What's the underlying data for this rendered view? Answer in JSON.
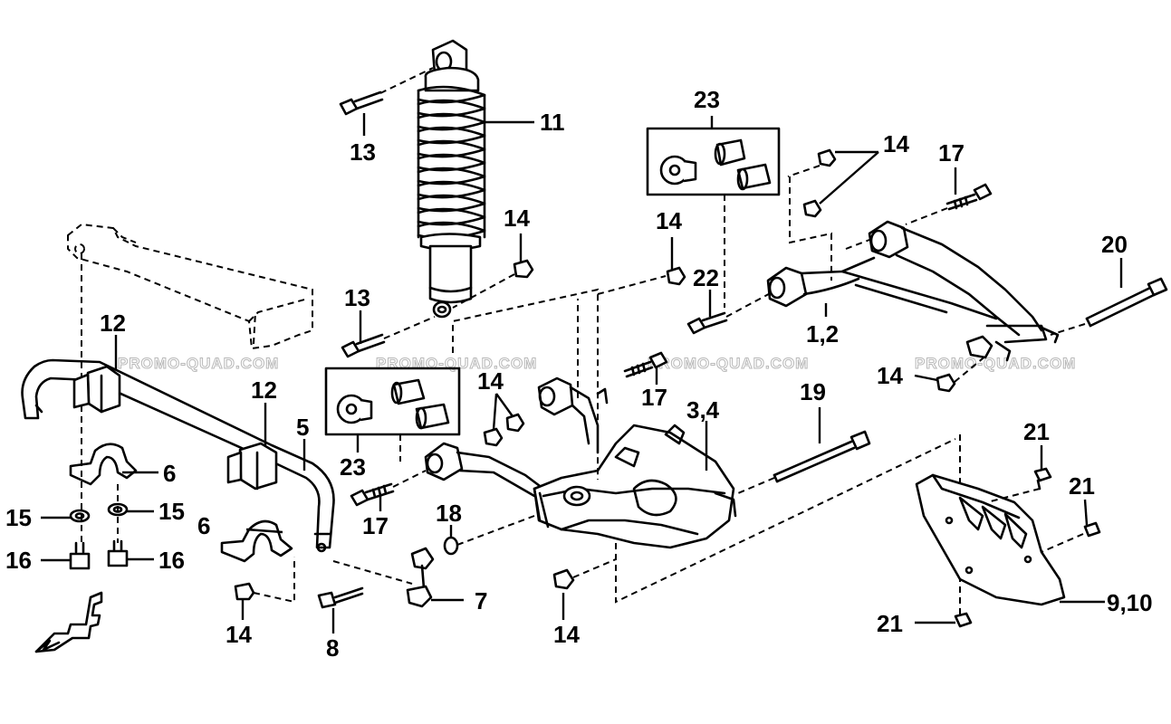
{
  "watermark": "PROMO-QUAD.COM",
  "callouts": {
    "c_1_2": "1,2",
    "c_3_4": "3,4",
    "c_5": "5",
    "c_6a": "6",
    "c_6b": "6",
    "c_7": "7",
    "c_8": "8",
    "c_9_10": "9,10",
    "c_11": "11",
    "c_12a": "12",
    "c_12b": "12",
    "c_13a": "13",
    "c_13b": "13",
    "c_14a": "14",
    "c_14b": "14",
    "c_14c": "14",
    "c_14d": "14",
    "c_14e": "14",
    "c_14f": "14",
    "c_14g": "14",
    "c_15a": "15",
    "c_15b": "15",
    "c_16a": "16",
    "c_16b": "16",
    "c_17a": "17",
    "c_17b": "17",
    "c_17c": "17",
    "c_18": "18",
    "c_19": "19",
    "c_20": "20",
    "c_21a": "21",
    "c_21b": "21",
    "c_21c": "21",
    "c_22": "22",
    "c_23a": "23",
    "c_23b": "23"
  },
  "colors": {
    "line": "#000000",
    "background": "#ffffff",
    "watermark": "#b8b8b8"
  },
  "icons": {
    "front_marker": "front-direction-arrow-icon"
  }
}
